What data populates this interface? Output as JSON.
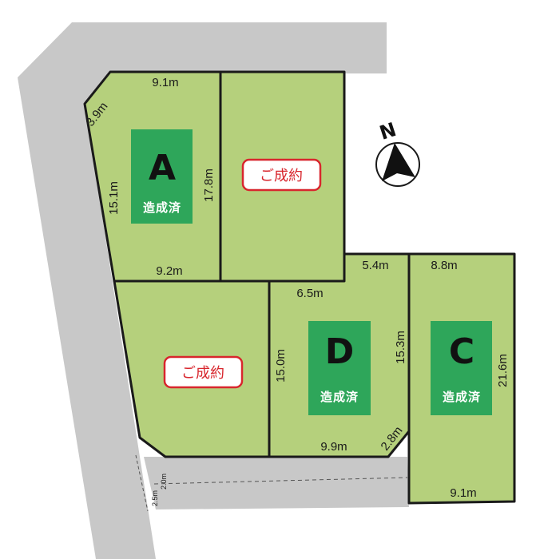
{
  "colors": {
    "road": "#c8c8c8",
    "lot": "#b5d07c",
    "badge": "#2ea65a",
    "sold": "#d8262d",
    "border": "#1a1a1a"
  },
  "lots": {
    "a": {
      "letter": "A",
      "status": "造成済",
      "dims": {
        "top": "9.1m",
        "corner": "3.9m",
        "left": "15.1m",
        "right": "17.8m",
        "bottom": "9.2m"
      }
    },
    "b": {
      "sold_label": "ご成約"
    },
    "e": {
      "sold_label": "ご成約"
    },
    "d": {
      "letter": "D",
      "status": "造成済",
      "dims": {
        "top_right": "5.4m",
        "top": "6.5m",
        "left": "15.0m",
        "right": "15.3m",
        "bottom": "9.9m",
        "corner": "2.8m"
      }
    },
    "c": {
      "letter": "C",
      "status": "造成済",
      "dims": {
        "top": "8.8m",
        "right": "21.6m",
        "bottom": "9.1m"
      }
    }
  },
  "road": {
    "width_a": "2.5m",
    "width_b": "2.0m"
  },
  "compass": {
    "north": "N",
    "icon": "north-arrow-icon"
  }
}
